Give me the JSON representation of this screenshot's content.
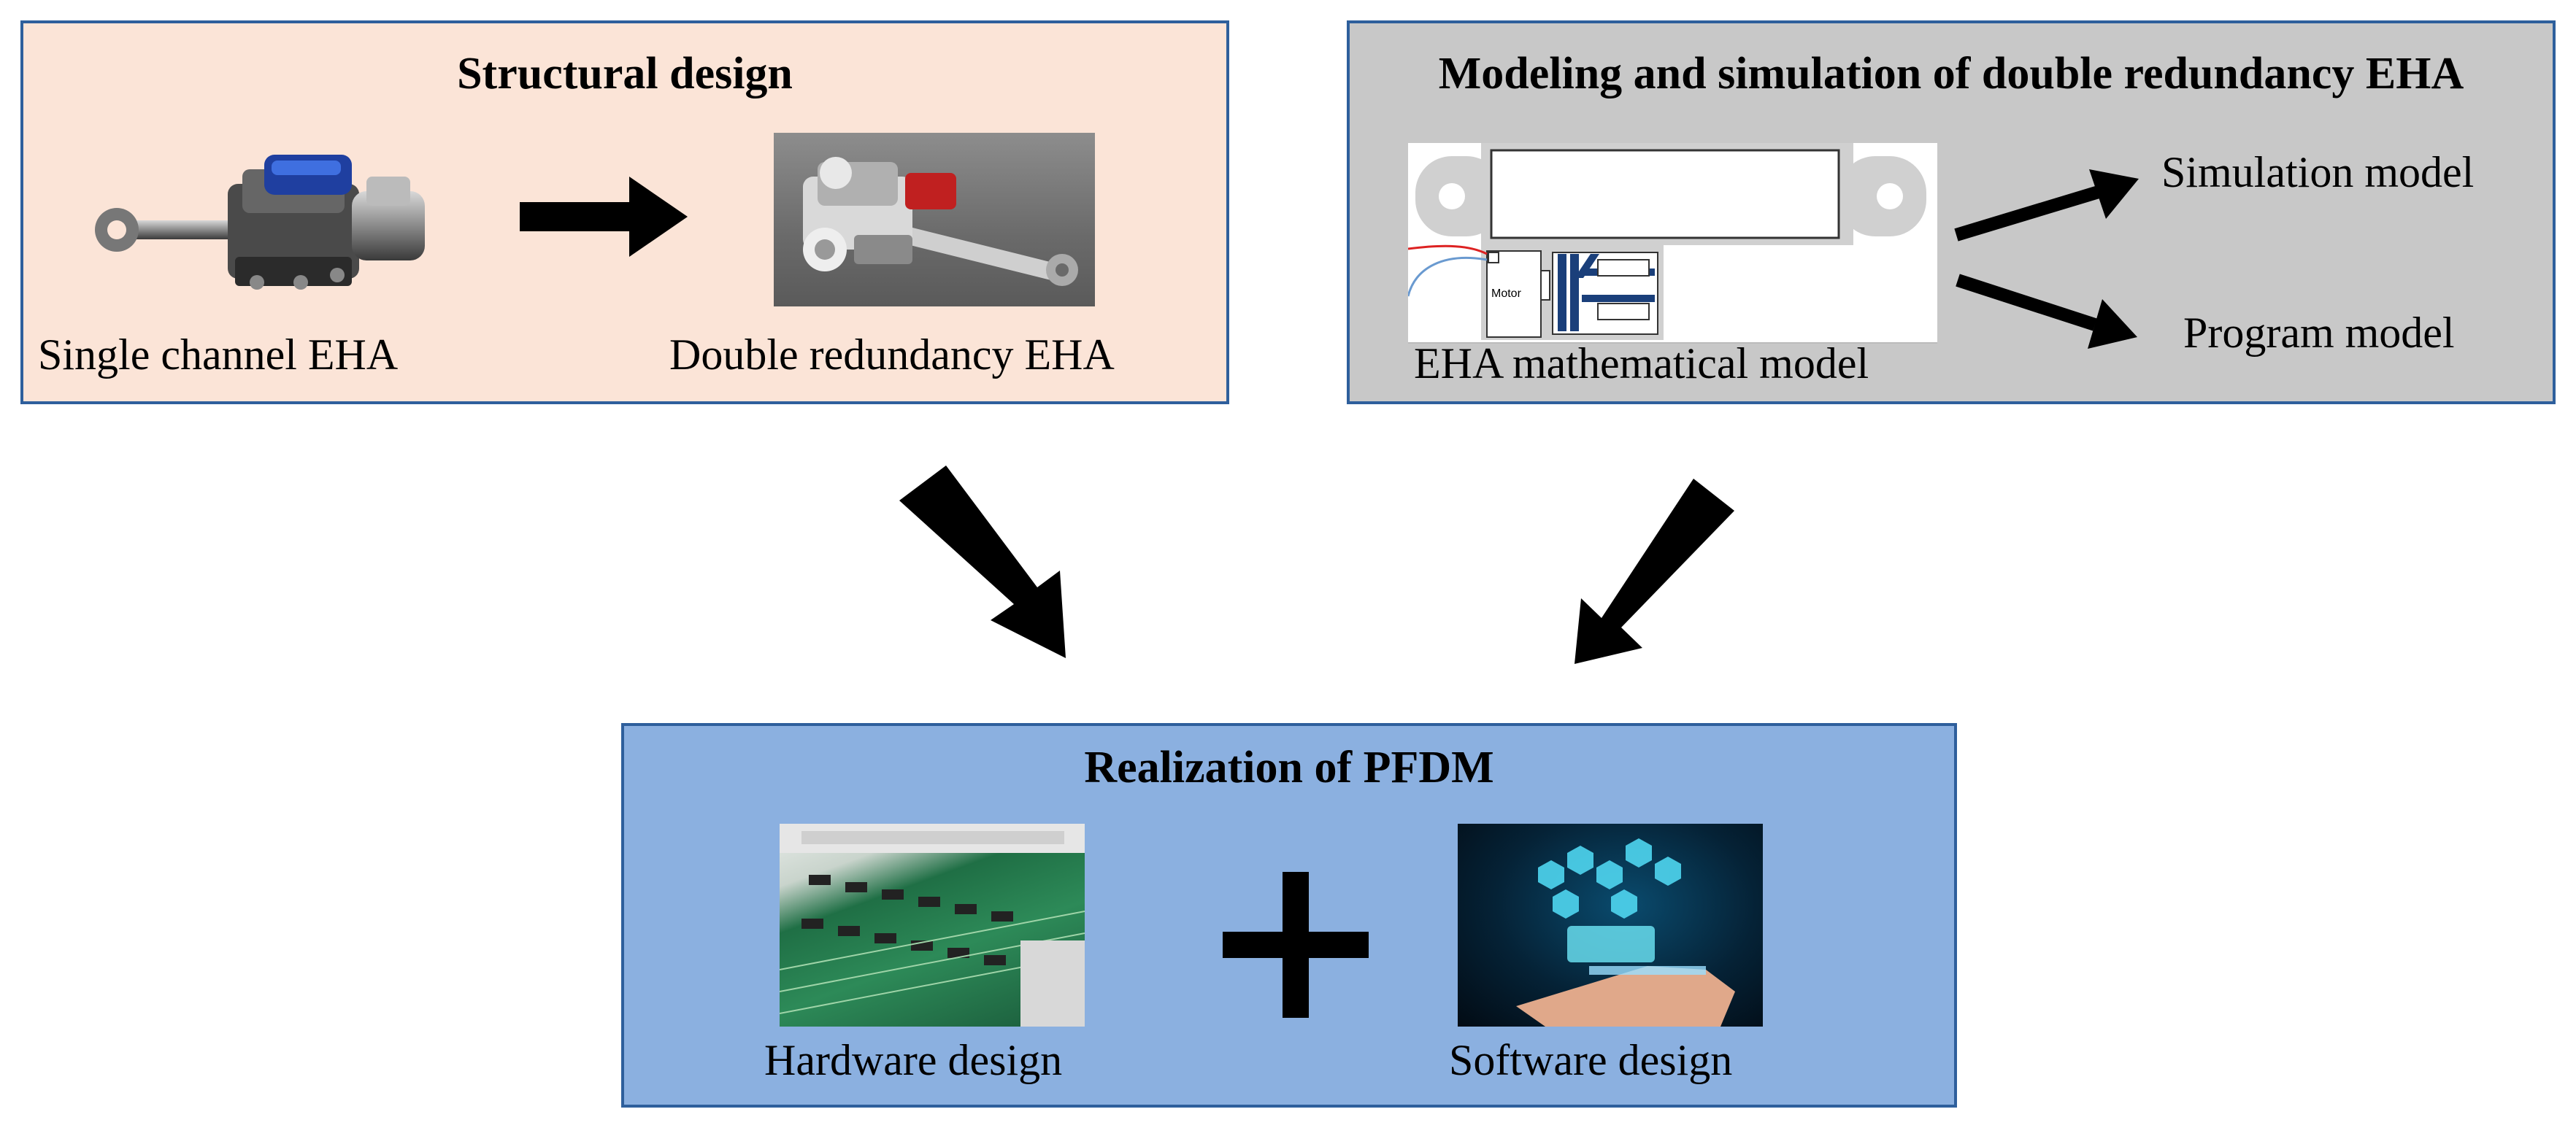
{
  "structural": {
    "title": "Structural design",
    "left_label": "Single channel EHA",
    "right_label": "Double redundancy EHA"
  },
  "modeling": {
    "title": "Modeling and simulation of double redundancy EHA",
    "model_label": "EHA mathematical model",
    "motor_label": "Motor",
    "out1": "Simulation model",
    "out2": "Program model"
  },
  "pfdm": {
    "title": "Realization of PFDM",
    "hw_label": "Hardware design",
    "sw_label": "Software design"
  },
  "colors": {
    "structural_bg": "#fbe4d7",
    "modeling_bg": "#c8c8c8",
    "pfdm_bg": "#8bb0e0",
    "border": "#2e5f9c",
    "arrow": "#000000"
  }
}
